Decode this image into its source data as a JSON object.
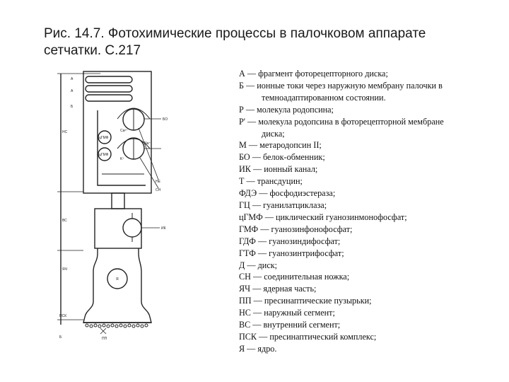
{
  "title": {
    "line1": "Рис. 14.7. Фотохимические процессы в палочковом аппарате",
    "line2": "сетчатки. С.217"
  },
  "legend": [
    {
      "text": "А — фрагмент фоторецепторного диска;"
    },
    {
      "text": "Б — ионные токи через наружную мембрану палочки в",
      "cont": "темноадаптированном состоянии."
    },
    {
      "text": "Р — молекула родопсина;"
    },
    {
      "text": " Р' — молекула родопсина в фоторецепторной мембране",
      "cont": "диска;"
    },
    {
      "text": "М — метародопсин II;"
    },
    {
      "text": "БО — белок-обменник;"
    },
    {
      "text": "ИК — ионный канал;"
    },
    {
      "text": "Т — трансдуцин;"
    },
    {
      "text": "ФДЭ — фосфодиэстераза;"
    },
    {
      "text": "ГЦ — гуанилатциклаза;"
    },
    {
      "text": "цГМФ — циклический гуанозинмонофосфат;"
    },
    {
      "text": "ГМФ — гуанозинфонофосфат;"
    },
    {
      "text": "ГДФ — гуанозиндифосфат;"
    },
    {
      "text": "ГТФ — гуанозинтрифосфат;"
    },
    {
      "text": "Д — диск;"
    },
    {
      "text": "СН — соединительная ножка;"
    },
    {
      "text": "ЯЧ — ядерная часть;"
    },
    {
      "text": "ПП — пресинаптические пузырьки;"
    },
    {
      "text": "НС — наружный сегмент;"
    },
    {
      "text": "ВС — внутренний сегмент;"
    },
    {
      "text": "ПСК — пресинаптический комплекс;"
    },
    {
      "text": "Я — ядро."
    }
  ],
  "diagram_labels": {
    "a1": "А",
    "a2": "А",
    "b": "Б",
    "nc": "НС",
    "vc": "ВС",
    "ya4": "ЯЧ",
    "psk": "ПСК",
    "b2": "Б",
    "nucleus": "Я",
    "pp": "ПП",
    "bo": "БО",
    "ik": "ИК",
    "cgmf1": "цГМФ",
    "cgmf2": "цГМФ",
    "ne": "НЕ",
    "sn": "СН",
    "na": "Na⁺",
    "k": "K⁺",
    "ca": "Ca²⁺"
  }
}
